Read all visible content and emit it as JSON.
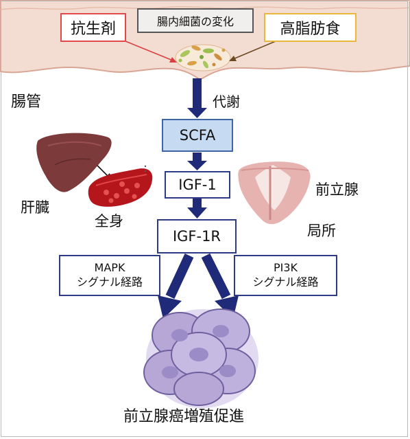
{
  "colors": {
    "gut_fill": "#f3ddd2",
    "gut_edge": "#d9a493",
    "arrow_navy": "#1f2a78",
    "box_border_navy": "#2d3a86",
    "scfa_fill": "#c6daf1",
    "antibiotic_border": "#e34848",
    "fatdiet_border": "#e9b73c",
    "liver": "#7c3a3a",
    "blood_vessel": "#b4161c",
    "prostate": "#e7b3b1",
    "tumor_cell": "#b6a7d6"
  },
  "labels": {
    "antibiotic": "抗生剤",
    "microbiome_change": "腸内細菌の変化",
    "high_fat_diet": "高脂肪食",
    "gut": "腸管",
    "metabolism": "代謝",
    "scfa": "SCFA",
    "igf1": "IGF-1",
    "igf1r": "IGF-1R",
    "liver": "肝臓",
    "systemic": "全身",
    "prostate": "前立腺",
    "local": "局所",
    "mapk_line1": "MAPK",
    "mapk_line2": "シグナル経路",
    "pi3k_line1": "PI3K",
    "pi3k_line2": "シグナル経路",
    "outcome": "前立腺癌増殖促進"
  },
  "icons": [
    "gut-wall-illustration",
    "bacteria-cluster-icon",
    "liver-icon",
    "blood-vessel-icon",
    "prostate-icon",
    "tumor-cells-icon"
  ]
}
